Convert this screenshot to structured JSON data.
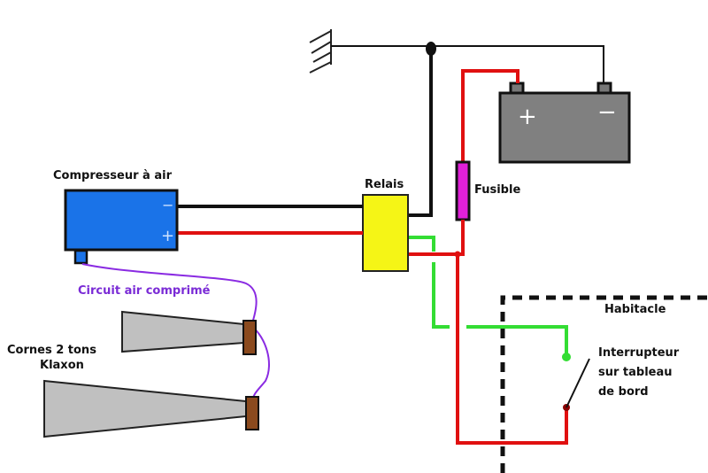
{
  "labels": {
    "compressor": "Compresseur à air",
    "relay": "Relais",
    "fuse": "Fusible",
    "air_circuit": "Circuit air comprimé",
    "horns_line1": "Cornes 2 tons",
    "horns_line2": "Klaxon",
    "cabin": "Habitacle",
    "switch_line1": "Interrupteur",
    "switch_line2": "sur tableau",
    "switch_line3": "de bord"
  },
  "symbols": {
    "compressor_minus": "−",
    "compressor_plus": "+",
    "battery_plus": "+",
    "battery_minus": "−"
  },
  "colors": {
    "compressor": "#1a73e8",
    "relay": "#f5f516",
    "fuse": "#e020d8",
    "battery": "#808080",
    "positive_wire": "#e01010",
    "ground_wire": "#000000",
    "control_wire": "#33dd33",
    "air_tube": "#8a2be2",
    "horn": "#c0c0c0",
    "horn_mount": "#8b4a1e"
  }
}
